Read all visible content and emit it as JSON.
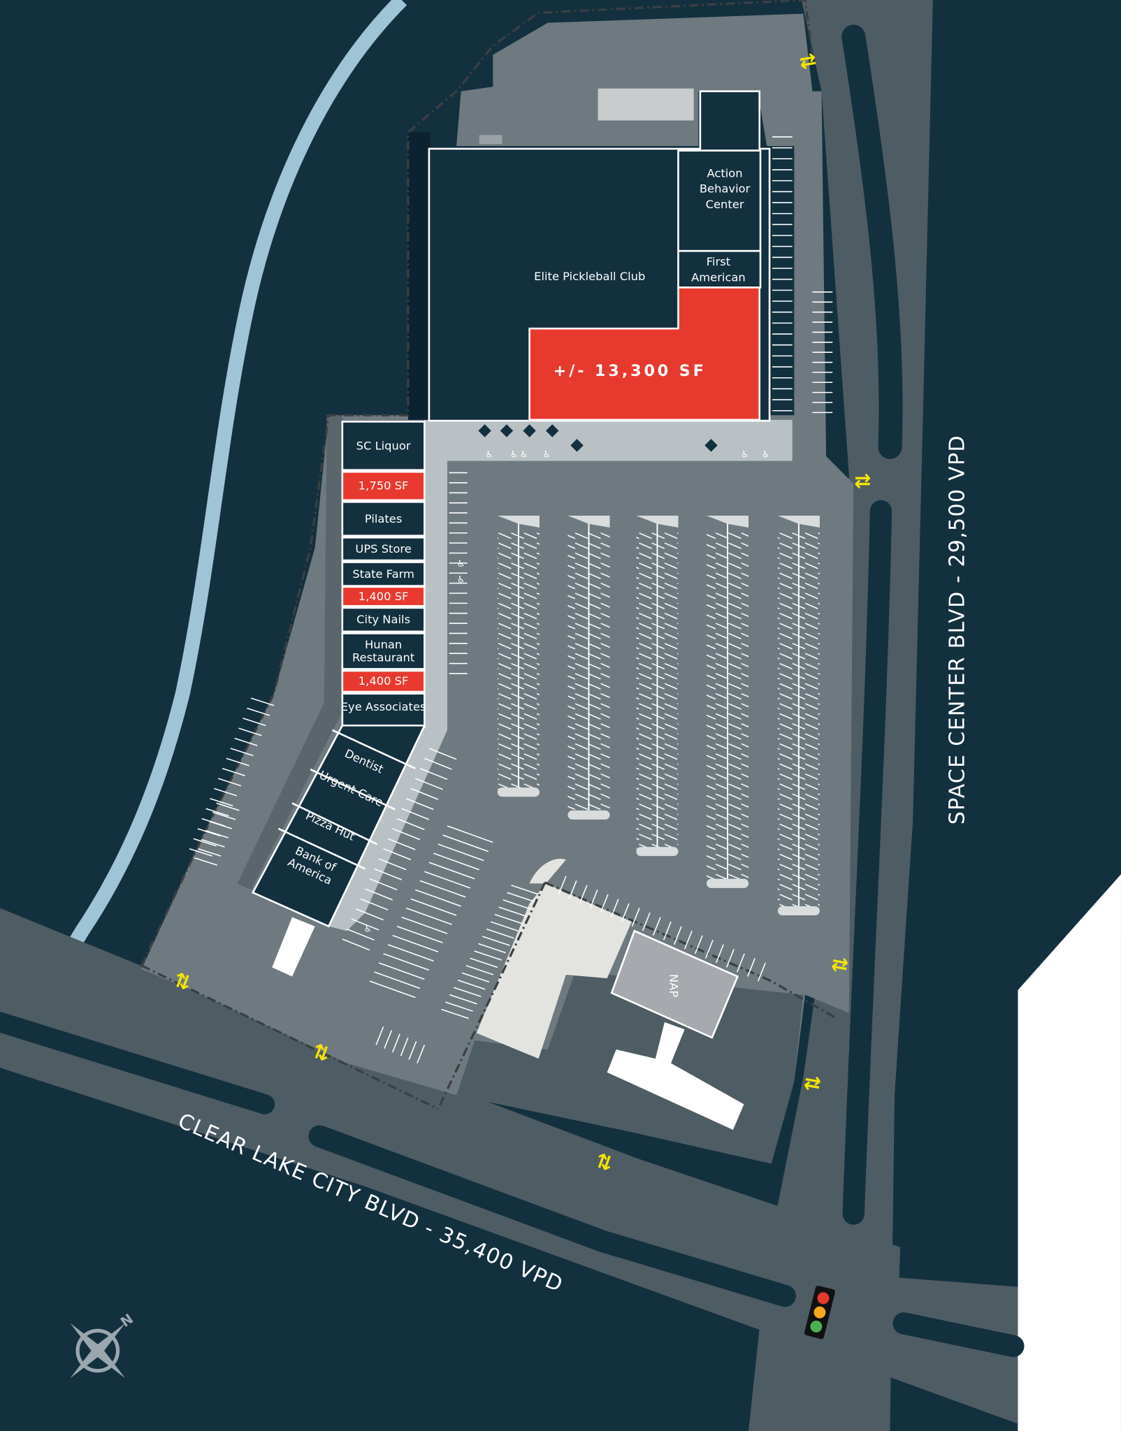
{
  "colors": {
    "background": "#13303f",
    "road": "#4e5c63",
    "parking_lot": "#6e7a80",
    "sidewalk": "#b9c1c5",
    "building": "#13303f",
    "available_space": "#e8392f",
    "pad_site": "#e3e4e0",
    "nap_building": "#a6a9ad",
    "river": "#9fc4d5",
    "access_arrows": "#f5e400"
  },
  "roads": {
    "clear_lake": "CLEAR LAKE CITY BLVD - 35,400 VPD",
    "space_center": "SPACE CENTER BLVD - 29,500 VPD"
  },
  "anchor": {
    "name": "Elite Pickleball Club",
    "available": "+/- 13,300 SF"
  },
  "north_tenants": {
    "action_line1": "Action",
    "action_line2": "Behavior",
    "action_line3": "Center",
    "first_line1": "First",
    "first_line2": "American"
  },
  "strip_tenants": [
    {
      "label": "SC Liquor",
      "available": false
    },
    {
      "label": "1,750 SF",
      "available": true
    },
    {
      "label": "Pilates",
      "available": false
    },
    {
      "label": "UPS Store",
      "available": false
    },
    {
      "label": "State Farm",
      "available": false
    },
    {
      "label": "1,400 SF",
      "available": true
    },
    {
      "label": "City Nails",
      "available": false
    },
    {
      "label": "Hunan",
      "label2": "Restaurant",
      "available": false
    },
    {
      "label": "1,400 SF",
      "available": true
    },
    {
      "label": "Eye Associates",
      "available": false
    }
  ],
  "angled_tenants": [
    {
      "label": "Dentist"
    },
    {
      "label": "Urgent Care"
    },
    {
      "label": "Pizza Hut"
    },
    {
      "label": "Bank of",
      "label2": "America"
    }
  ],
  "nap": "NAP",
  "compass": {
    "north_label": "N",
    "icon": "compass-icon"
  },
  "traffic_signal": {
    "icon": "traffic-light-icon"
  },
  "access_points_icon": "two-way-arrows-icon"
}
